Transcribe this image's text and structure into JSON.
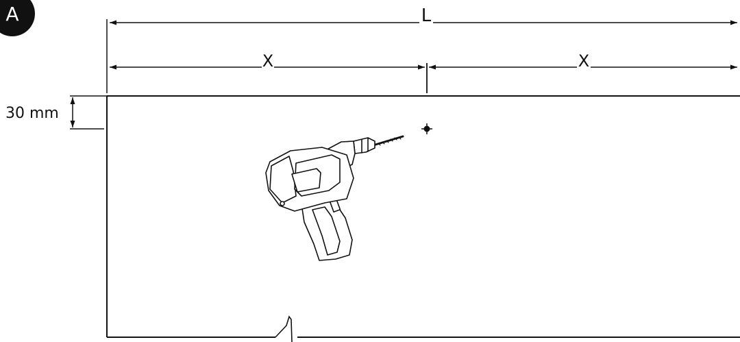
{
  "step": {
    "letter": "A"
  },
  "dimensions": {
    "total_length_label": "L",
    "half_length_label_left": "X",
    "half_length_label_right": "X",
    "edge_offset_label": "30 mm"
  },
  "colors": {
    "line": "#111111",
    "badge_fill": "#111111",
    "badge_text": "#ffffff",
    "background": "#ffffff"
  },
  "icons": [
    "drill-icon",
    "drill-mark-icon"
  ]
}
